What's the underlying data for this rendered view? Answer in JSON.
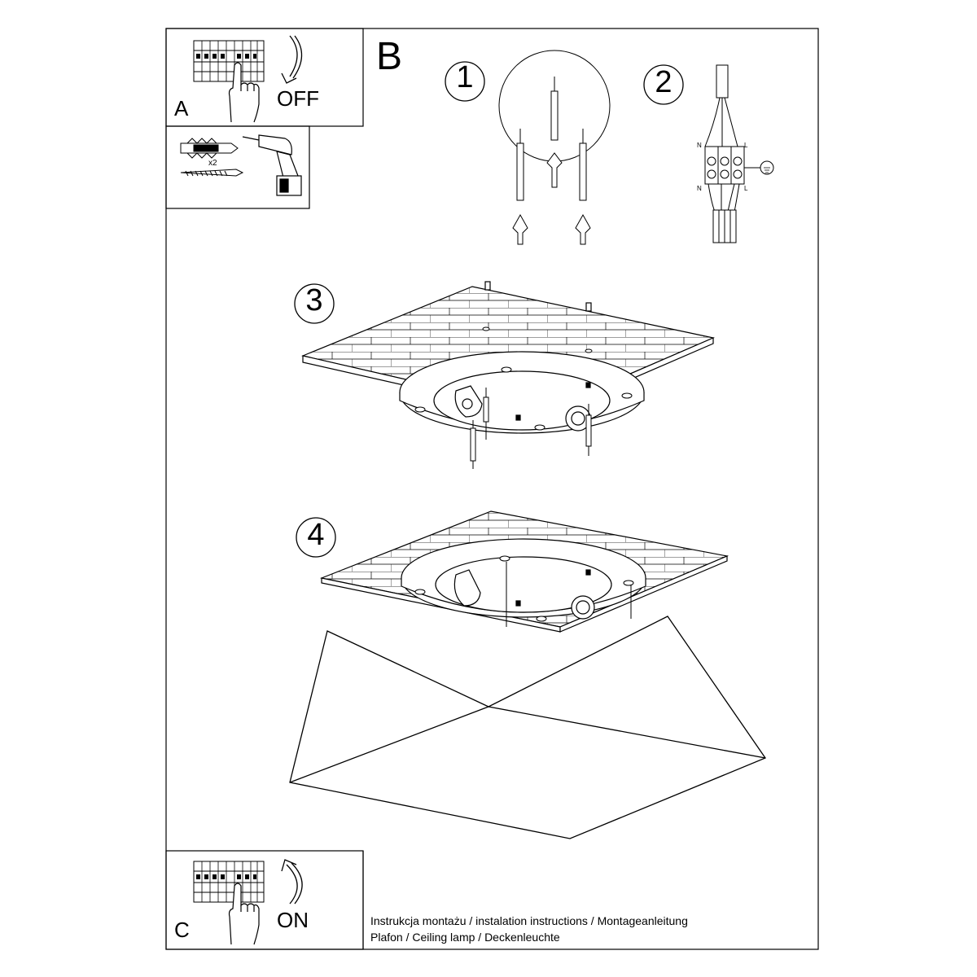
{
  "panels": {
    "a": {
      "letter": "A",
      "action": "OFF"
    },
    "b": {
      "letter": "B"
    },
    "c": {
      "letter": "C",
      "action": "ON"
    }
  },
  "tools": {
    "count": "x2"
  },
  "steps": [
    "1",
    "2",
    "3",
    "4"
  ],
  "wiring": {
    "neutral": "N",
    "live": "L"
  },
  "caption": {
    "line1": "Instrukcja montażu / instalation instructions / Montageanleitung",
    "line2": "Plafon / Ceiling lamp / Deckenleuchte"
  }
}
